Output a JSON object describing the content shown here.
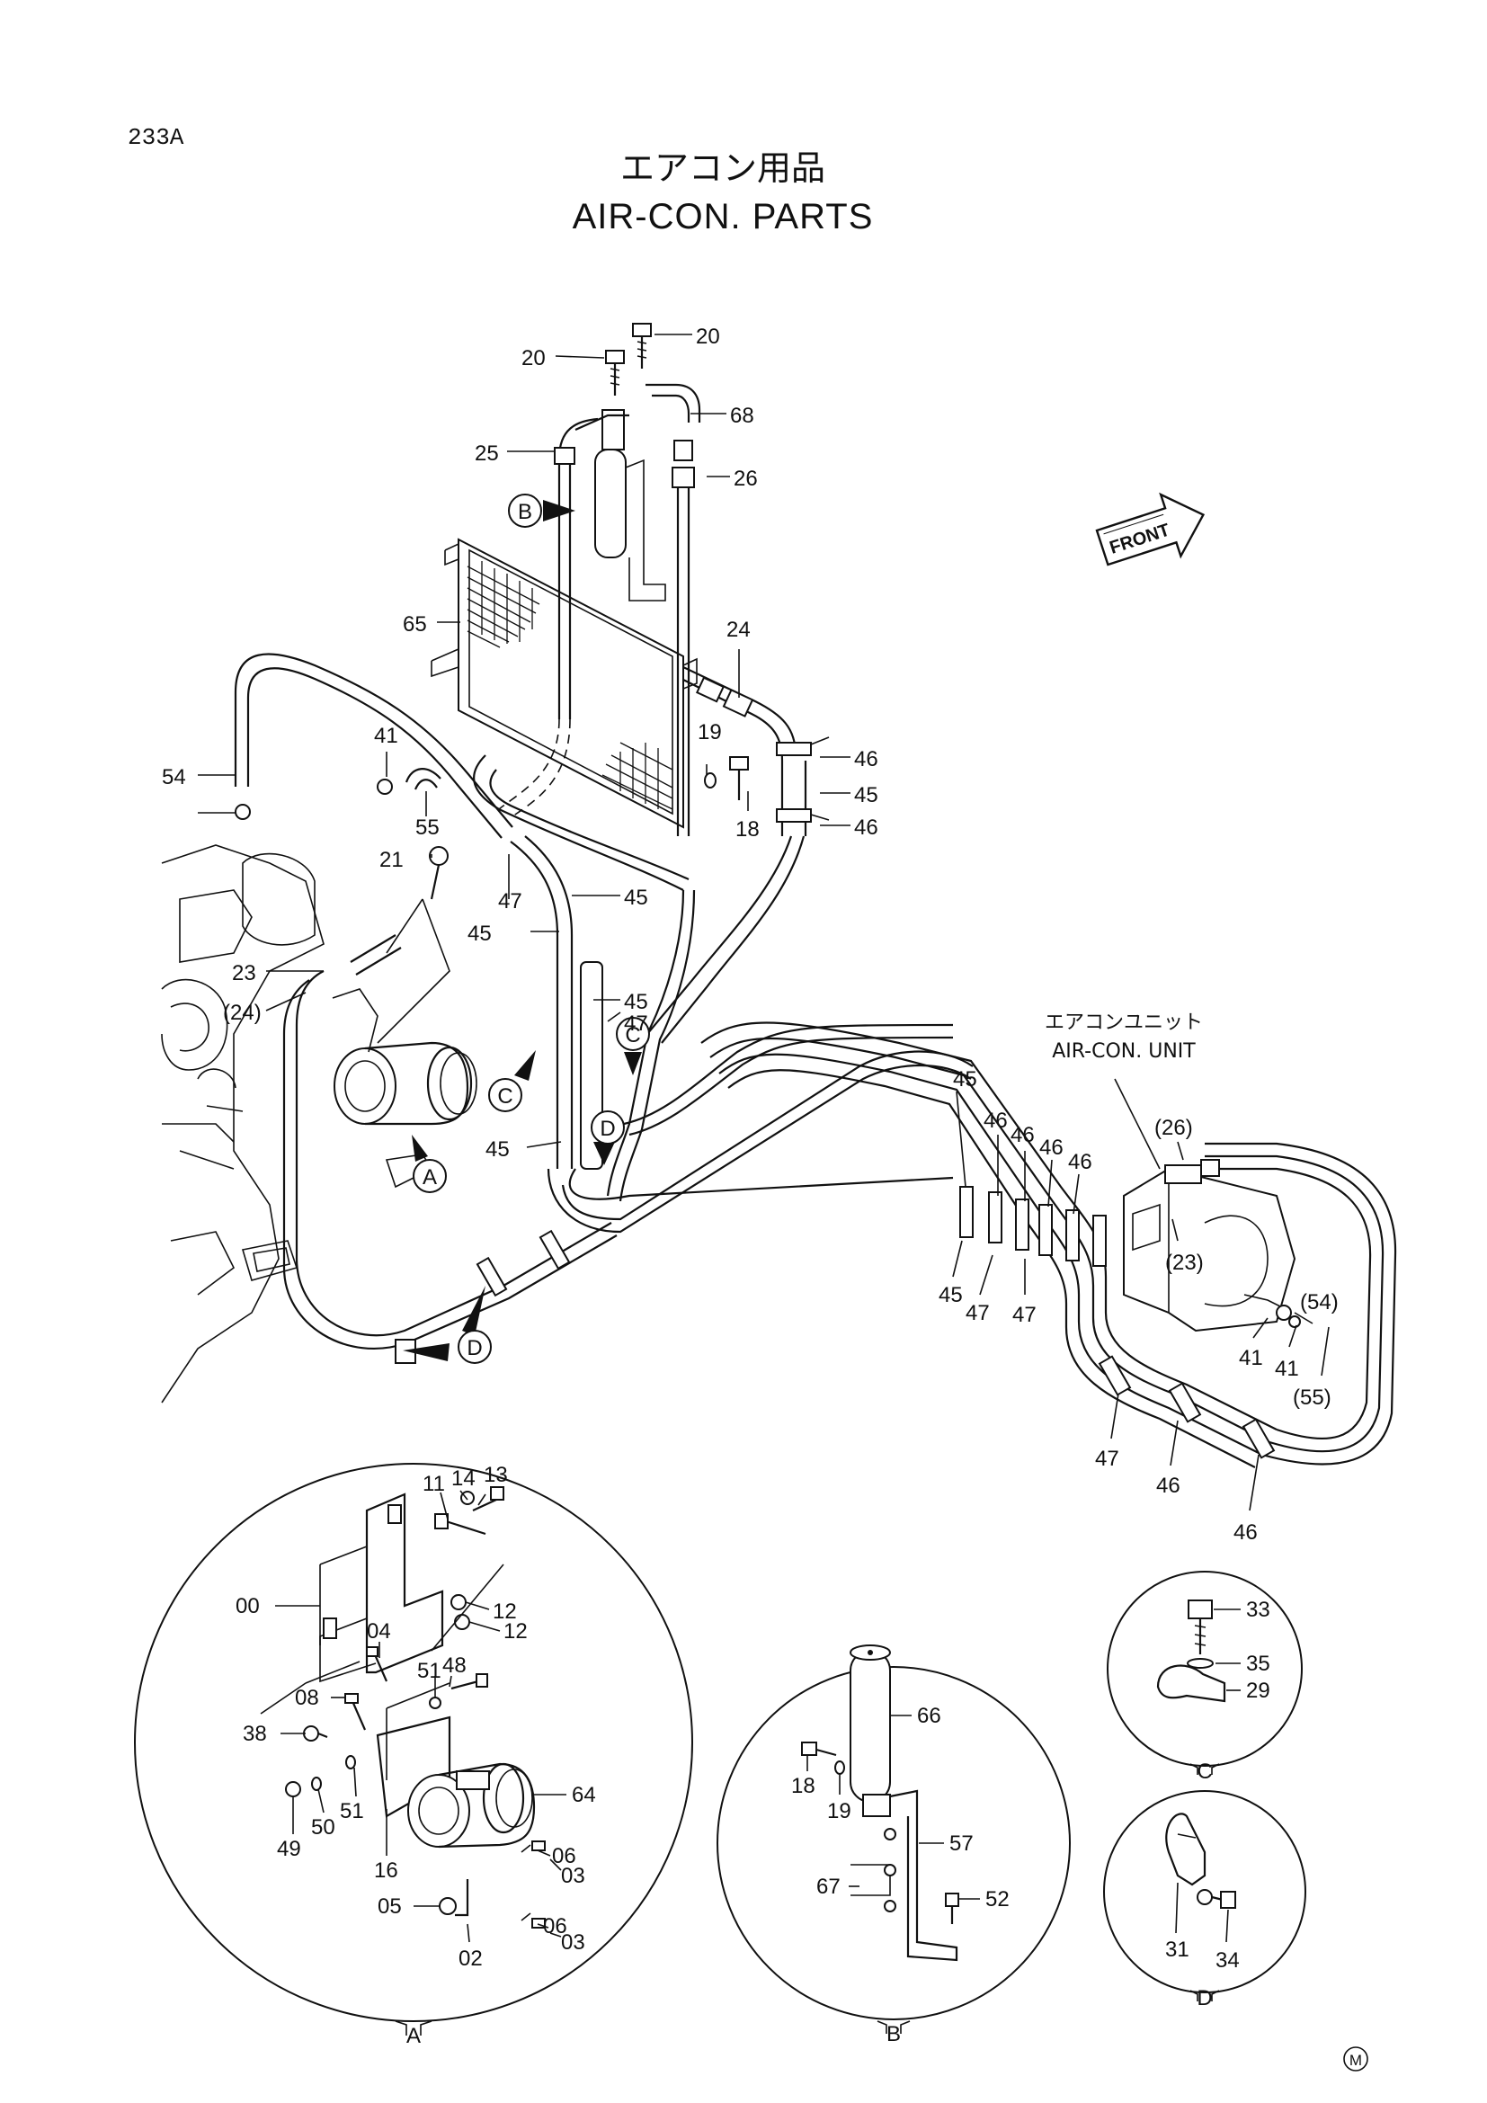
{
  "sheet": {
    "number": "233A"
  },
  "title": {
    "jp": "エアコン用品",
    "en": "AIR-CON. PARTS"
  },
  "front_tag": "FRONT",
  "unit_label": {
    "jp": "エアコンユニット",
    "en": "AIR-CON. UNIT"
  },
  "callouts": {
    "main": [
      "20",
      "20",
      "68",
      "25",
      "26",
      "65",
      "24",
      "54",
      "41",
      "55",
      "19",
      "46",
      "45",
      "46",
      "18",
      "21",
      "47",
      "45",
      "45",
      "23",
      "(24)",
      "45",
      "47",
      "45",
      "45",
      "46",
      "46",
      "46",
      "46",
      "(26)",
      "45",
      "47",
      "47",
      "(23)",
      "(54)",
      "41",
      "41",
      "(55)",
      "47",
      "46",
      "46"
    ],
    "view_letters": [
      "B",
      "C",
      "C",
      "D",
      "A",
      "D"
    ]
  },
  "detail_a": {
    "letter": "A",
    "labels": [
      "13",
      "14",
      "11",
      "00",
      "12",
      "12",
      "04",
      "48",
      "51",
      "08",
      "38",
      "64",
      "51",
      "50",
      "49",
      "16",
      "06",
      "03",
      "05",
      "06",
      "03",
      "02"
    ]
  },
  "detail_b": {
    "letter": "B",
    "labels": [
      "66",
      "18",
      "19",
      "57",
      "67",
      "52"
    ]
  },
  "detail_c": {
    "letter": "C",
    "labels": [
      "33",
      "35",
      "29"
    ]
  },
  "detail_d": {
    "letter": "D",
    "labels": [
      "31",
      "34"
    ]
  },
  "mark": "M"
}
